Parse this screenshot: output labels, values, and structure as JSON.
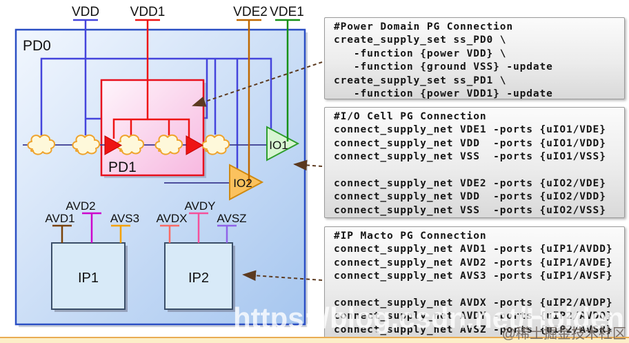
{
  "diagram": {
    "labels": {
      "pd0": "PD0",
      "pd1": "PD1",
      "io1": "IO1",
      "io2": "IO2",
      "ip1": "IP1",
      "ip2": "IP2"
    },
    "top_supplies": [
      {
        "label": "VDD",
        "color": "#4444dc"
      },
      {
        "label": "VDD1",
        "color": "#ee1414"
      },
      {
        "label": "VDE2",
        "color": "#c06800"
      },
      {
        "label": "VDE1",
        "color": "#169016"
      }
    ],
    "ip1_supplies": [
      {
        "label": "AVD1",
        "color": "#7a4208"
      },
      {
        "label": "AVD2",
        "color": "#cc00cc"
      },
      {
        "label": "AVS3",
        "color": "#f5a100"
      }
    ],
    "ip2_supplies": [
      {
        "label": "AVDX",
        "color": "#fa6a64"
      },
      {
        "label": "AVDY",
        "color": "#f5509b"
      },
      {
        "label": "AVSZ",
        "color": "#8f62e8"
      }
    ],
    "colors": {
      "pd0_border": "#2b4fc4",
      "pd0_fill_light": "#f2f7fe",
      "pd0_fill_dark": "#a6c6ef",
      "pd1_border": "#e8101c",
      "pd1_fill_light": "#fef5fb",
      "pd1_fill_dark": "#f7b8e0",
      "signal_line": "#3a3a90",
      "cloud_fill": "#fef8da",
      "cloud_stroke": "#efa32c",
      "io1_fill": "#d8f5d2",
      "io2_fill": "#fbc25e",
      "ip_fill": "#d8eaf8",
      "arrow": "#5c3a20"
    }
  },
  "code_boxes": [
    {
      "lines": [
        "#Power Domain PG Connection",
        "create_supply_set ss_PD0 \\",
        "   -function {power VDD} \\",
        "   -function {ground VSS} -update",
        "create_supply_set ss_PD1 \\",
        "   -function {power VDD1} -update"
      ]
    },
    {
      "lines": [
        "#I/O Cell PG Connection",
        "connect_supply_net VDE1 -ports {uIO1/VDE}",
        "connect_supply_net VDD  -ports {uIO1/VDD}",
        "connect_supply_net VSS  -ports {uIO1/VSS}",
        "",
        "connect_supply_net VDE2 -ports {uIO2/VDE}",
        "connect_supply_net VDD  -ports {uIO2/VDD}",
        "connect_supply_net VSS  -ports {uIO2/VSS}"
      ]
    },
    {
      "lines": [
        "#IP Macto PG Connection",
        "connect_supply_net AVD1 -ports {uIP1/AVDD}",
        "connect_supply_net AVD2 -ports {uIP1/AVDE}",
        "connect_supply_net AVS3 -ports {uIP1/AVSF}",
        "",
        "connect_supply_net AVDX -ports {uIP2/AVDP}",
        "connect_supply_net AVDY -ports {uIP2/AVDQ}",
        "connect_supply_net AVSZ -ports {uIP2/AVSR}"
      ]
    }
  ],
  "watermark": {
    "url": "https://blog.csdn.net/Holden",
    "badge": "@稀土掘金技术社区"
  }
}
